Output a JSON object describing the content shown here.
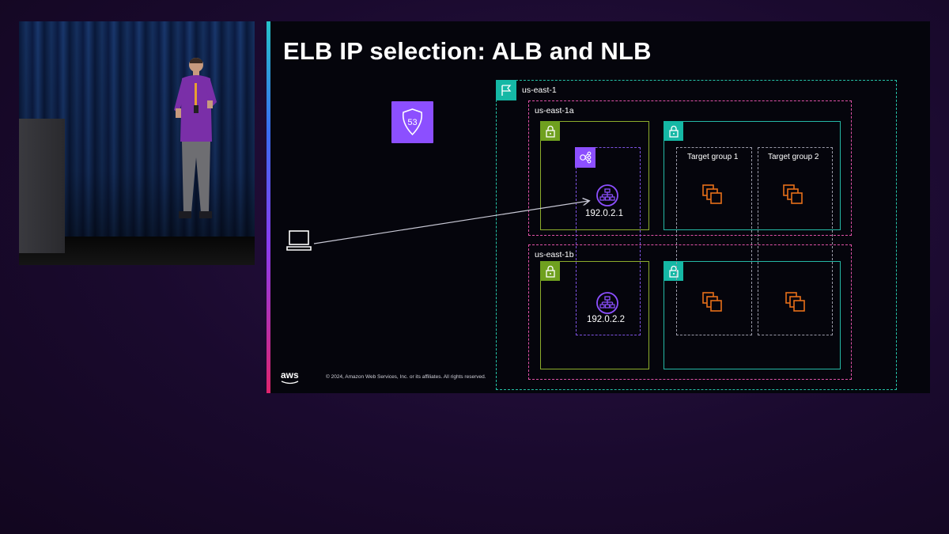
{
  "slide": {
    "title": "ELB IP selection: ALB and NLB",
    "region_label": "us-east-1",
    "az_a_label": "us-east-1a",
    "az_b_label": "us-east-1b",
    "target_group_1": "Target group 1",
    "target_group_2": "Target group 2",
    "lb_ip_a": "192.0.2.1",
    "lb_ip_b": "192.0.2.2",
    "route53_icon_text": "53",
    "footer_logo": "aws",
    "footer_copyright": "© 2024, Amazon Web Services, Inc. or its affiliates. All rights reserved."
  },
  "icons": {
    "route53": "route53-icon",
    "client": "laptop-icon",
    "region": "region-flag-icon",
    "subnet": "lock-icon",
    "load_balancer_group": "load-balancer-icon",
    "load_balancer": "load-balancer-node-icon",
    "instances": "ec2-instances-icon"
  },
  "colors": {
    "background": "#1a0a2e",
    "slide_background": "#05050c",
    "region_border": "#25c2a8",
    "az_border": "#e052a8",
    "public_subnet": "#8dad2c",
    "private_subnet": "#25b8a6",
    "load_balancer": "#8c4fff",
    "instance": "#e8701a"
  }
}
